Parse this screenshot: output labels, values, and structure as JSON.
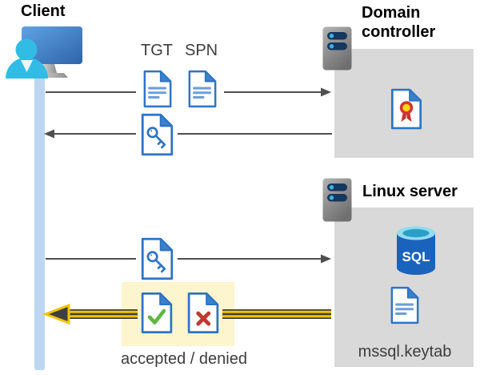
{
  "labels": {
    "client": "Client",
    "domain_controller": "Domain controller",
    "linux_server": "Linux server",
    "tgt": "TGT",
    "spn": "SPN",
    "sql_badge": "SQL",
    "keytab_file": "mssql.keytab",
    "result": "accepted / denied"
  },
  "flows": [
    {
      "from": "Client",
      "to": "Domain controller",
      "direction": "right",
      "items": [
        "TGT",
        "SPN"
      ]
    },
    {
      "from": "Domain controller",
      "to": "Client",
      "direction": "left",
      "items": [
        "key ticket"
      ]
    },
    {
      "from": "Client",
      "to": "Linux server",
      "direction": "right",
      "items": [
        "key ticket"
      ]
    },
    {
      "from": "Linux server",
      "to": "Client",
      "direction": "left",
      "items": [
        "accepted",
        "denied"
      ],
      "highlighted": true
    }
  ],
  "icons": {
    "client": "user-at-monitor-icon",
    "domain_controller": "server-tower-icon",
    "linux_server": "server-tower-icon",
    "tgt_document": "document-icon",
    "spn_document": "document-icon",
    "key_ticket": "key-document-icon",
    "certificate": "certificate-document-icon",
    "sql_database": "sql-database-icon",
    "keytab_document": "document-icon",
    "accepted_document": "check-document-icon",
    "denied_document": "x-document-icon"
  },
  "colors": {
    "box_gray": "#d9d9d9",
    "lifeline_blue": "#bdd7f3",
    "doc_blue": "#2e74c4",
    "highlight_box_yellow": "#fcf5cd",
    "highlight_arrow_gold": "#f2c500",
    "arrow_gray": "#4f4f4f",
    "accepted_green": "#5eb843",
    "denied_red": "#bf3a32",
    "client_cyan": "#31bce6",
    "sql_blue": "#1a63bd"
  }
}
